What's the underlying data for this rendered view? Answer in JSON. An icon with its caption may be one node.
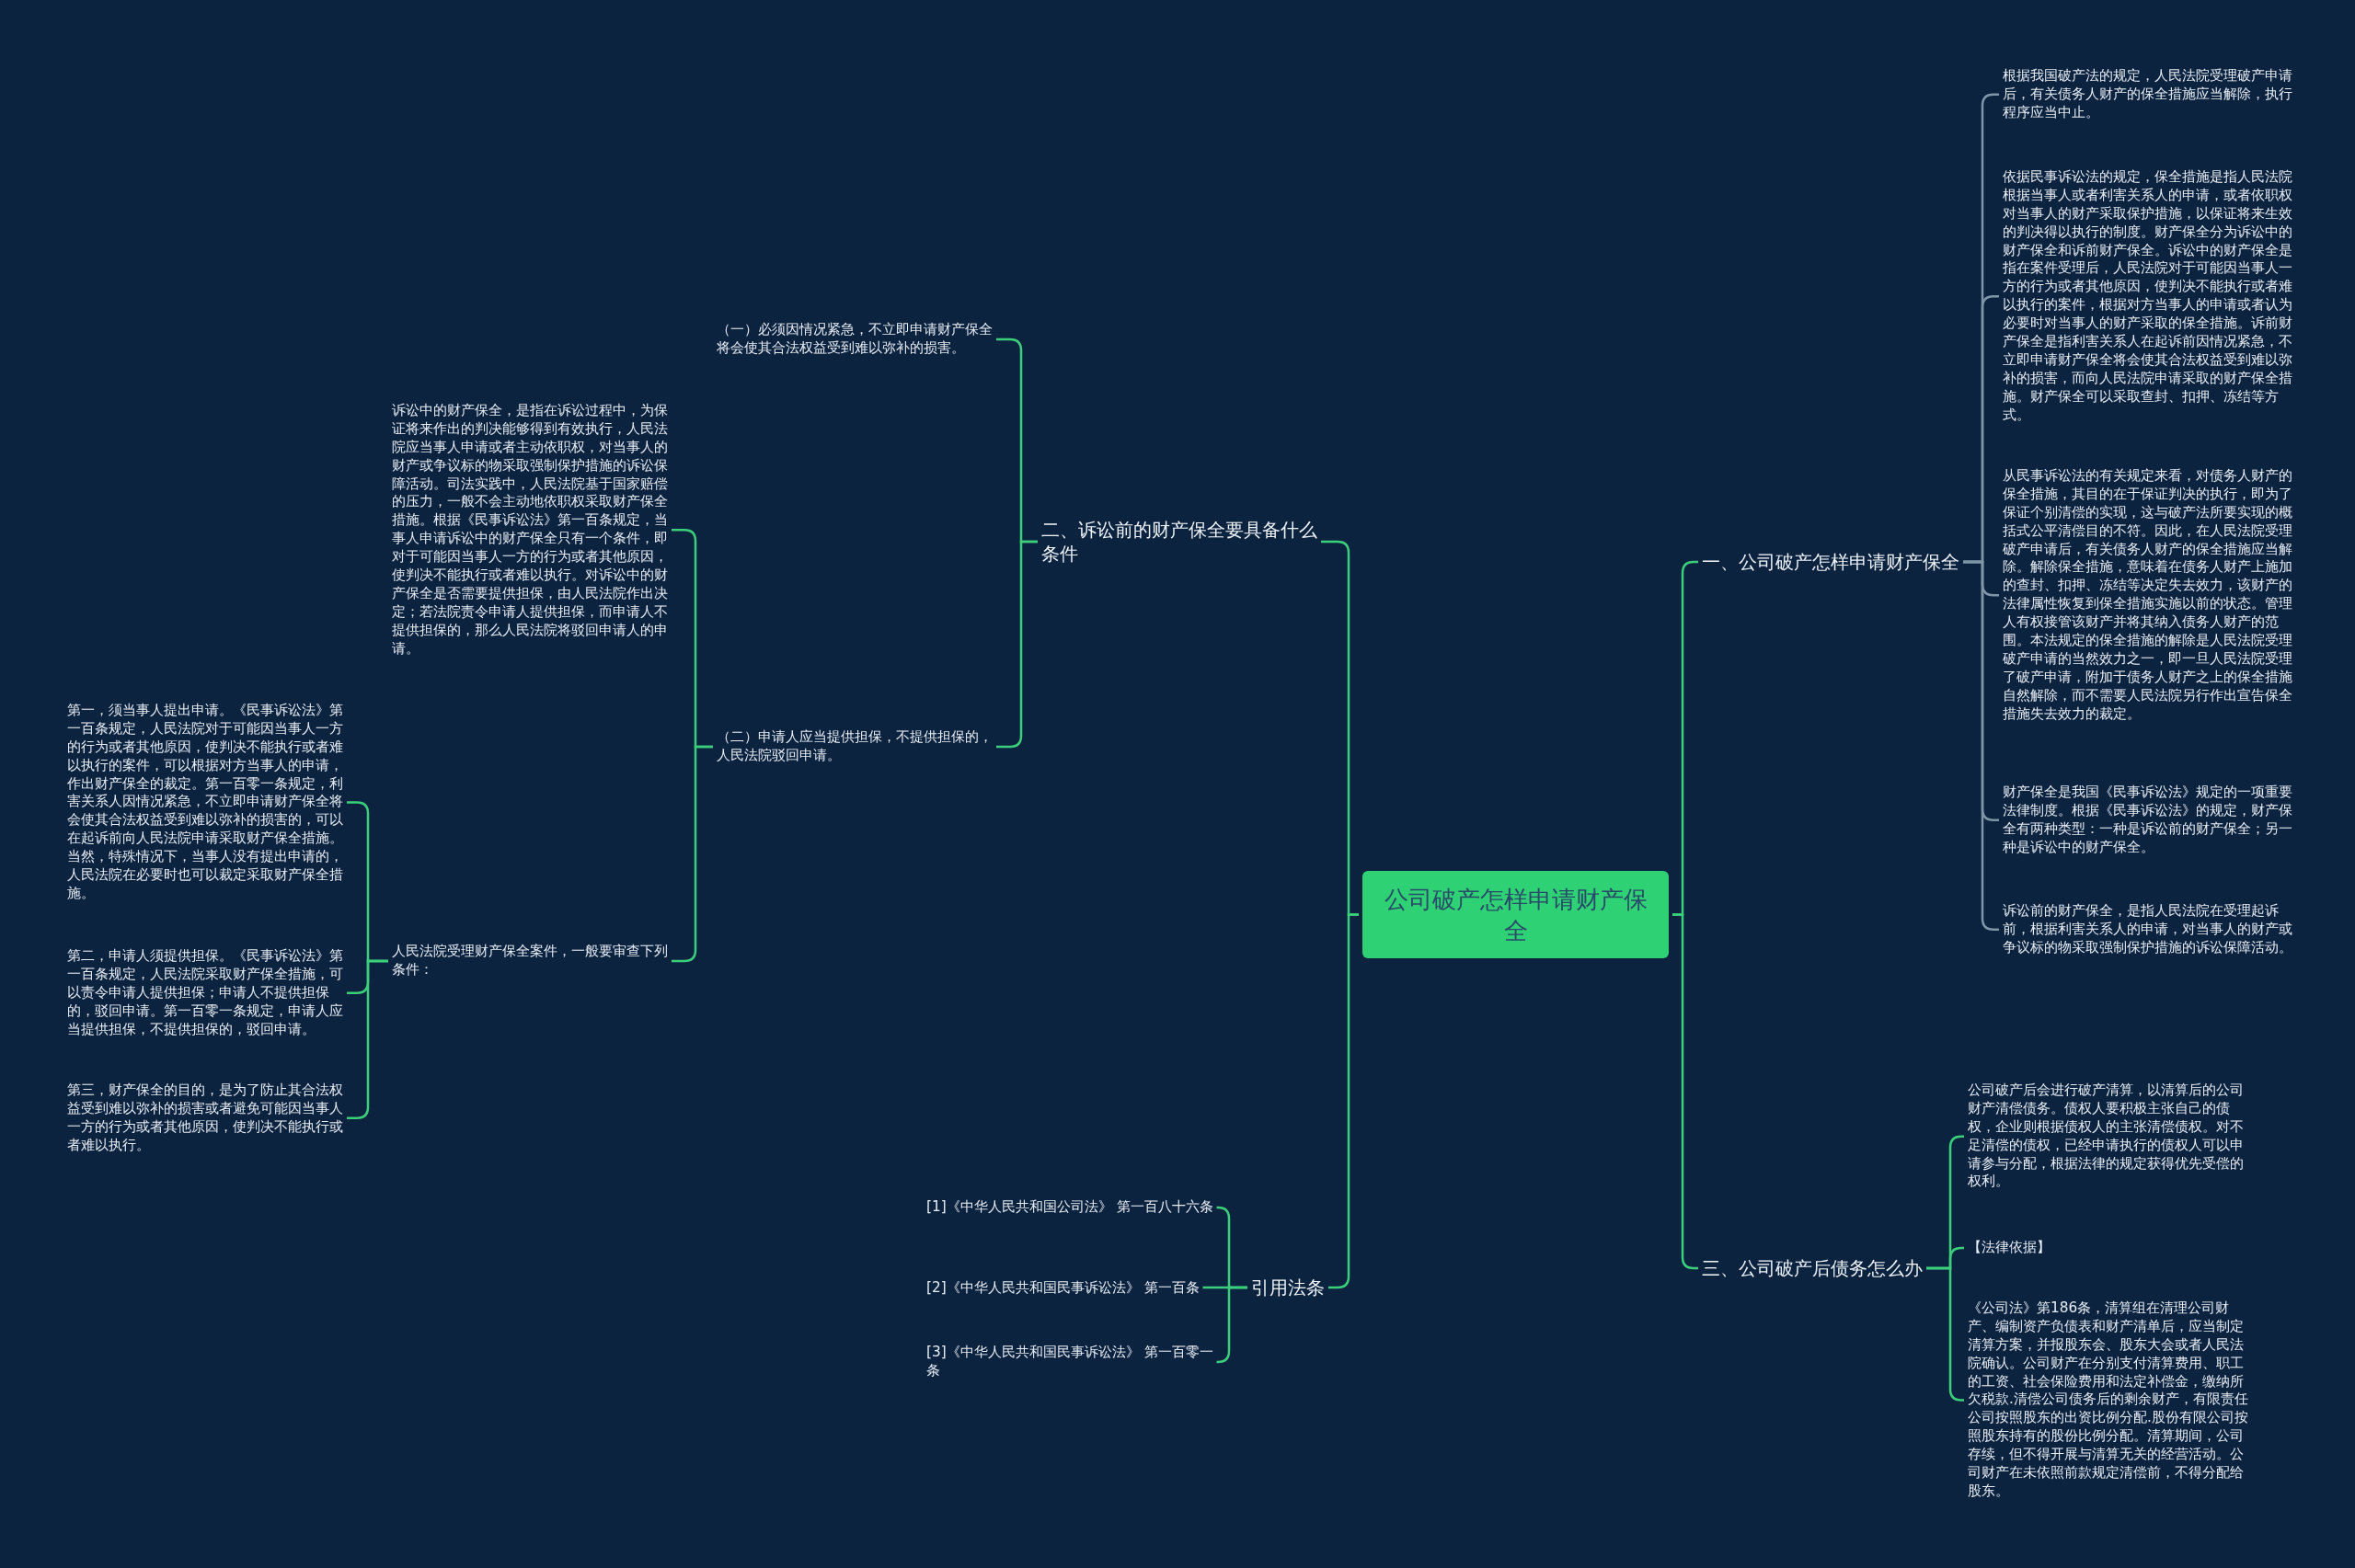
{
  "diagram": {
    "nodes": [
      {
        "text": [
          "公司破产怎样申请财产保全"
        ]
      },
      {
        "text": [
          "一、公司破产怎样申请财产保全"
        ]
      },
      {
        "text": [
          "根据我国破产法的规定，人民法院受理破产申请后，有关债务人财产的保全措施应当解除，执行程序应当中止。"
        ]
      },
      {
        "text": [
          "依据民事诉讼法的规定，保全措施是指人民法院根据当事人或者利害关系人的申请，或者依职权对当事人的财产采取保护措施，以保证将来生效的判决得以执行的制度。财产保全分为诉讼中的财产保全和诉前财产保全。诉讼中的财产保全是指在案件受理后，人民法院对于可能因当事人一方的行为或者其他原因，使判决不能执行或者难以执行的案件，根据对方当事人的申请或者认为必要时对当事人的财产采取的保全措施。诉前财产保全是指利害关系人在起诉前因情况紧急，不立即申请财产保全将会使其合法权益受到难以弥补的损害，而向人民法院申请采取的财产保全措施。财产保全可以采取查封、扣押、冻结等方式。"
        ]
      },
      {
        "text": [
          "从民事诉讼法的有关规定来看，对债务人财产的保全措施，其目的在于保证判决的执行，即为了保证个别清偿的实现，这与破产法所要实现的概括式公平清偿目的不符。因此，在人民法院受理破产申请后，有关债务人财产的保全措施应当解除。解除保全措施，意味着在债务人财产上施加的查封、扣押、冻结等决定失去效力，该财产的法律属性恢复到保全措施实施以前的状态。管理人有权接管该财产并将其纳入债务人财产的范围。本法规定的保全措施的解除是人民法院受理破产申请的当然效力之一，即一旦人民法院受理了破产申请，附加于债务人财产之上的保全措施自然解除，而不需要人民法院另行作出宣告保全措施失去效力的裁定。"
        ]
      },
      {
        "text": [
          "财产保全是我国《民事诉讼法》规定的一项重要法律制度。根据《民事诉讼法》的规定，财产保全有两种类型：一种是诉讼前的财产保全；另一种是诉讼中的财产保全。"
        ]
      },
      {
        "text": [
          "诉讼前的财产保全，是指人民法院在受理起诉前，根据利害关系人的申请，对当事人的财产或争议标的物采取强制保护措施的诉讼保障活动。"
        ]
      },
      {
        "text": [
          "三、公司破产后债务怎么办"
        ]
      },
      {
        "text": [
          "公司破产后会进行破产清算，以清算后的公司财产清偿债务。债权人要积极主张自己的债权，企业则根据债权人的主张清偿债权。对不足清偿的债权，已经申请执行的债权人可以申请参与分配，根据法律的规定获得优先受偿的权利。"
        ]
      },
      {
        "text": [
          "【法律依据】"
        ]
      },
      {
        "text": [
          "《公司法》第186条，清算组在清理公司财产、编制资产负债表和财产清单后，应当制定清算方案，并报股东会、股东大会或者人民法院确认。公司财产在分别支付清算费用、职工的工资、社会保险费用和法定补偿金，缴纳所欠税款.清偿公司债务后的剩余财产，有限责任公司按照股东的出资比例分配.股份有限公司按照股东持有的股份比例分配。清算期间，公司存续，但不得开展与清算无关的经营活动。公司财产在未依照前款规定清偿前，不得分配给股东。"
        ]
      },
      {
        "text": [
          "二、诉讼前的财产保全要具备什么条件"
        ]
      },
      {
        "text": [
          "（一）必须因情况紧急，不立即申请财产保全将会使其合法权益受到难以弥补的损害。"
        ]
      },
      {
        "text": [
          "（二）申请人应当提供担保，不提供担保的，人民法院驳回申请。"
        ]
      },
      {
        "text": [
          "诉讼中的财产保全，是指在诉讼过程中，为保证将来作出的判决能够得到有效执行，人民法院应当事人申请或者主动依职权，对当事人的财产或争议标的物采取强制保护措施的诉讼保障活动。司法实践中，人民法院基于国家赔偿的压力，一般不会主动地依职权采取财产保全措施。根据《民事诉讼法》第一百条规定，当事人申请诉讼中的财产保全只有一个条件，即对于可能因当事人一方的行为或者其他原因，使判决不能执行或者难以执行。对诉讼中的财产保全是否需要提供担保，由人民法院作出决定；若法院责令申请人提供担保，而申请人不提供担保的，那么人民法院将驳回申请人的申请。"
        ]
      },
      {
        "text": [
          "人民法院受理财产保全案件，一般要审查下列条件："
        ]
      },
      {
        "text": [
          "第一，须当事人提出申请。《民事诉讼法》第一百条规定，人民法院对于可能因当事人一方的行为或者其他原因，使判决不能执行或者难以执行的案件，可以根据对方当事人的申请，作出财产保全的裁定。第一百零一条规定，利害关系人因情况紧急，不立即申请财产保全将会使其合法权益受到难以弥补的损害的，可以在起诉前向人民法院申请采取财产保全措施。当然，特殊情况下，当事人没有提出申请的，人民法院在必要时也可以裁定采取财产保全措施。"
        ]
      },
      {
        "text": [
          "第二，申请人须提供担保。《民事诉讼法》第一百条规定，人民法院采取财产保全措施，可以责令申请人提供担保；申请人不提供担保的，驳回申请。第一百零一条规定，申请人应当提供担保，不提供担保的，驳回申请。"
        ]
      },
      {
        "text": [
          "第三，财产保全的目的，是为了防止其合法权益受到难以弥补的损害或者避免可能因当事人一方的行为或者其他原因，使判决不能执行或者难以执行。"
        ]
      },
      {
        "text": [
          "引用法条"
        ]
      },
      {
        "text": [
          "[1]《中华人民共和国公司法》 第一百八十六条"
        ]
      },
      {
        "text": [
          "[2]《中华人民共和国民事诉讼法》 第一百条"
        ]
      },
      {
        "text": [
          "[3]《中华人民共和国民事诉讼法》 第一百零一条"
        ]
      }
    ],
    "edges": [
      {
        "from": 0,
        "to": 1,
        "arrow": "none"
      },
      {
        "from": 1,
        "to": 2,
        "arrow": "none",
        "color": "#7f95a8"
      },
      {
        "from": 1,
        "to": 3,
        "arrow": "none",
        "color": "#7f95a8"
      },
      {
        "from": 1,
        "to": 4,
        "arrow": "none",
        "color": "#7f95a8"
      },
      {
        "from": 1,
        "to": 5,
        "arrow": "none",
        "color": "#7f95a8"
      },
      {
        "from": 1,
        "to": 6,
        "arrow": "none",
        "color": "#7f95a8"
      },
      {
        "from": 0,
        "to": 7,
        "arrow": "none"
      },
      {
        "from": 7,
        "to": 8,
        "arrow": "none"
      },
      {
        "from": 7,
        "to": 9,
        "arrow": "none"
      },
      {
        "from": 7,
        "to": 10,
        "arrow": "none"
      },
      {
        "from": 0,
        "to": 11,
        "arrow": "none"
      },
      {
        "from": 11,
        "to": 12,
        "arrow": "none"
      },
      {
        "from": 11,
        "to": 13,
        "arrow": "none"
      },
      {
        "from": 13,
        "to": 14,
        "arrow": "none"
      },
      {
        "from": 13,
        "to": 15,
        "arrow": "none"
      },
      {
        "from": 15,
        "to": 16,
        "arrow": "none"
      },
      {
        "from": 15,
        "to": 17,
        "arrow": "none"
      },
      {
        "from": 15,
        "to": 18,
        "arrow": "none"
      },
      {
        "from": 0,
        "to": 19,
        "arrow": "none"
      },
      {
        "from": 19,
        "to": 20,
        "arrow": "none"
      },
      {
        "from": 19,
        "to": 21,
        "arrow": "none"
      },
      {
        "from": 19,
        "to": 22,
        "arrow": "none"
      }
    ]
  }
}
